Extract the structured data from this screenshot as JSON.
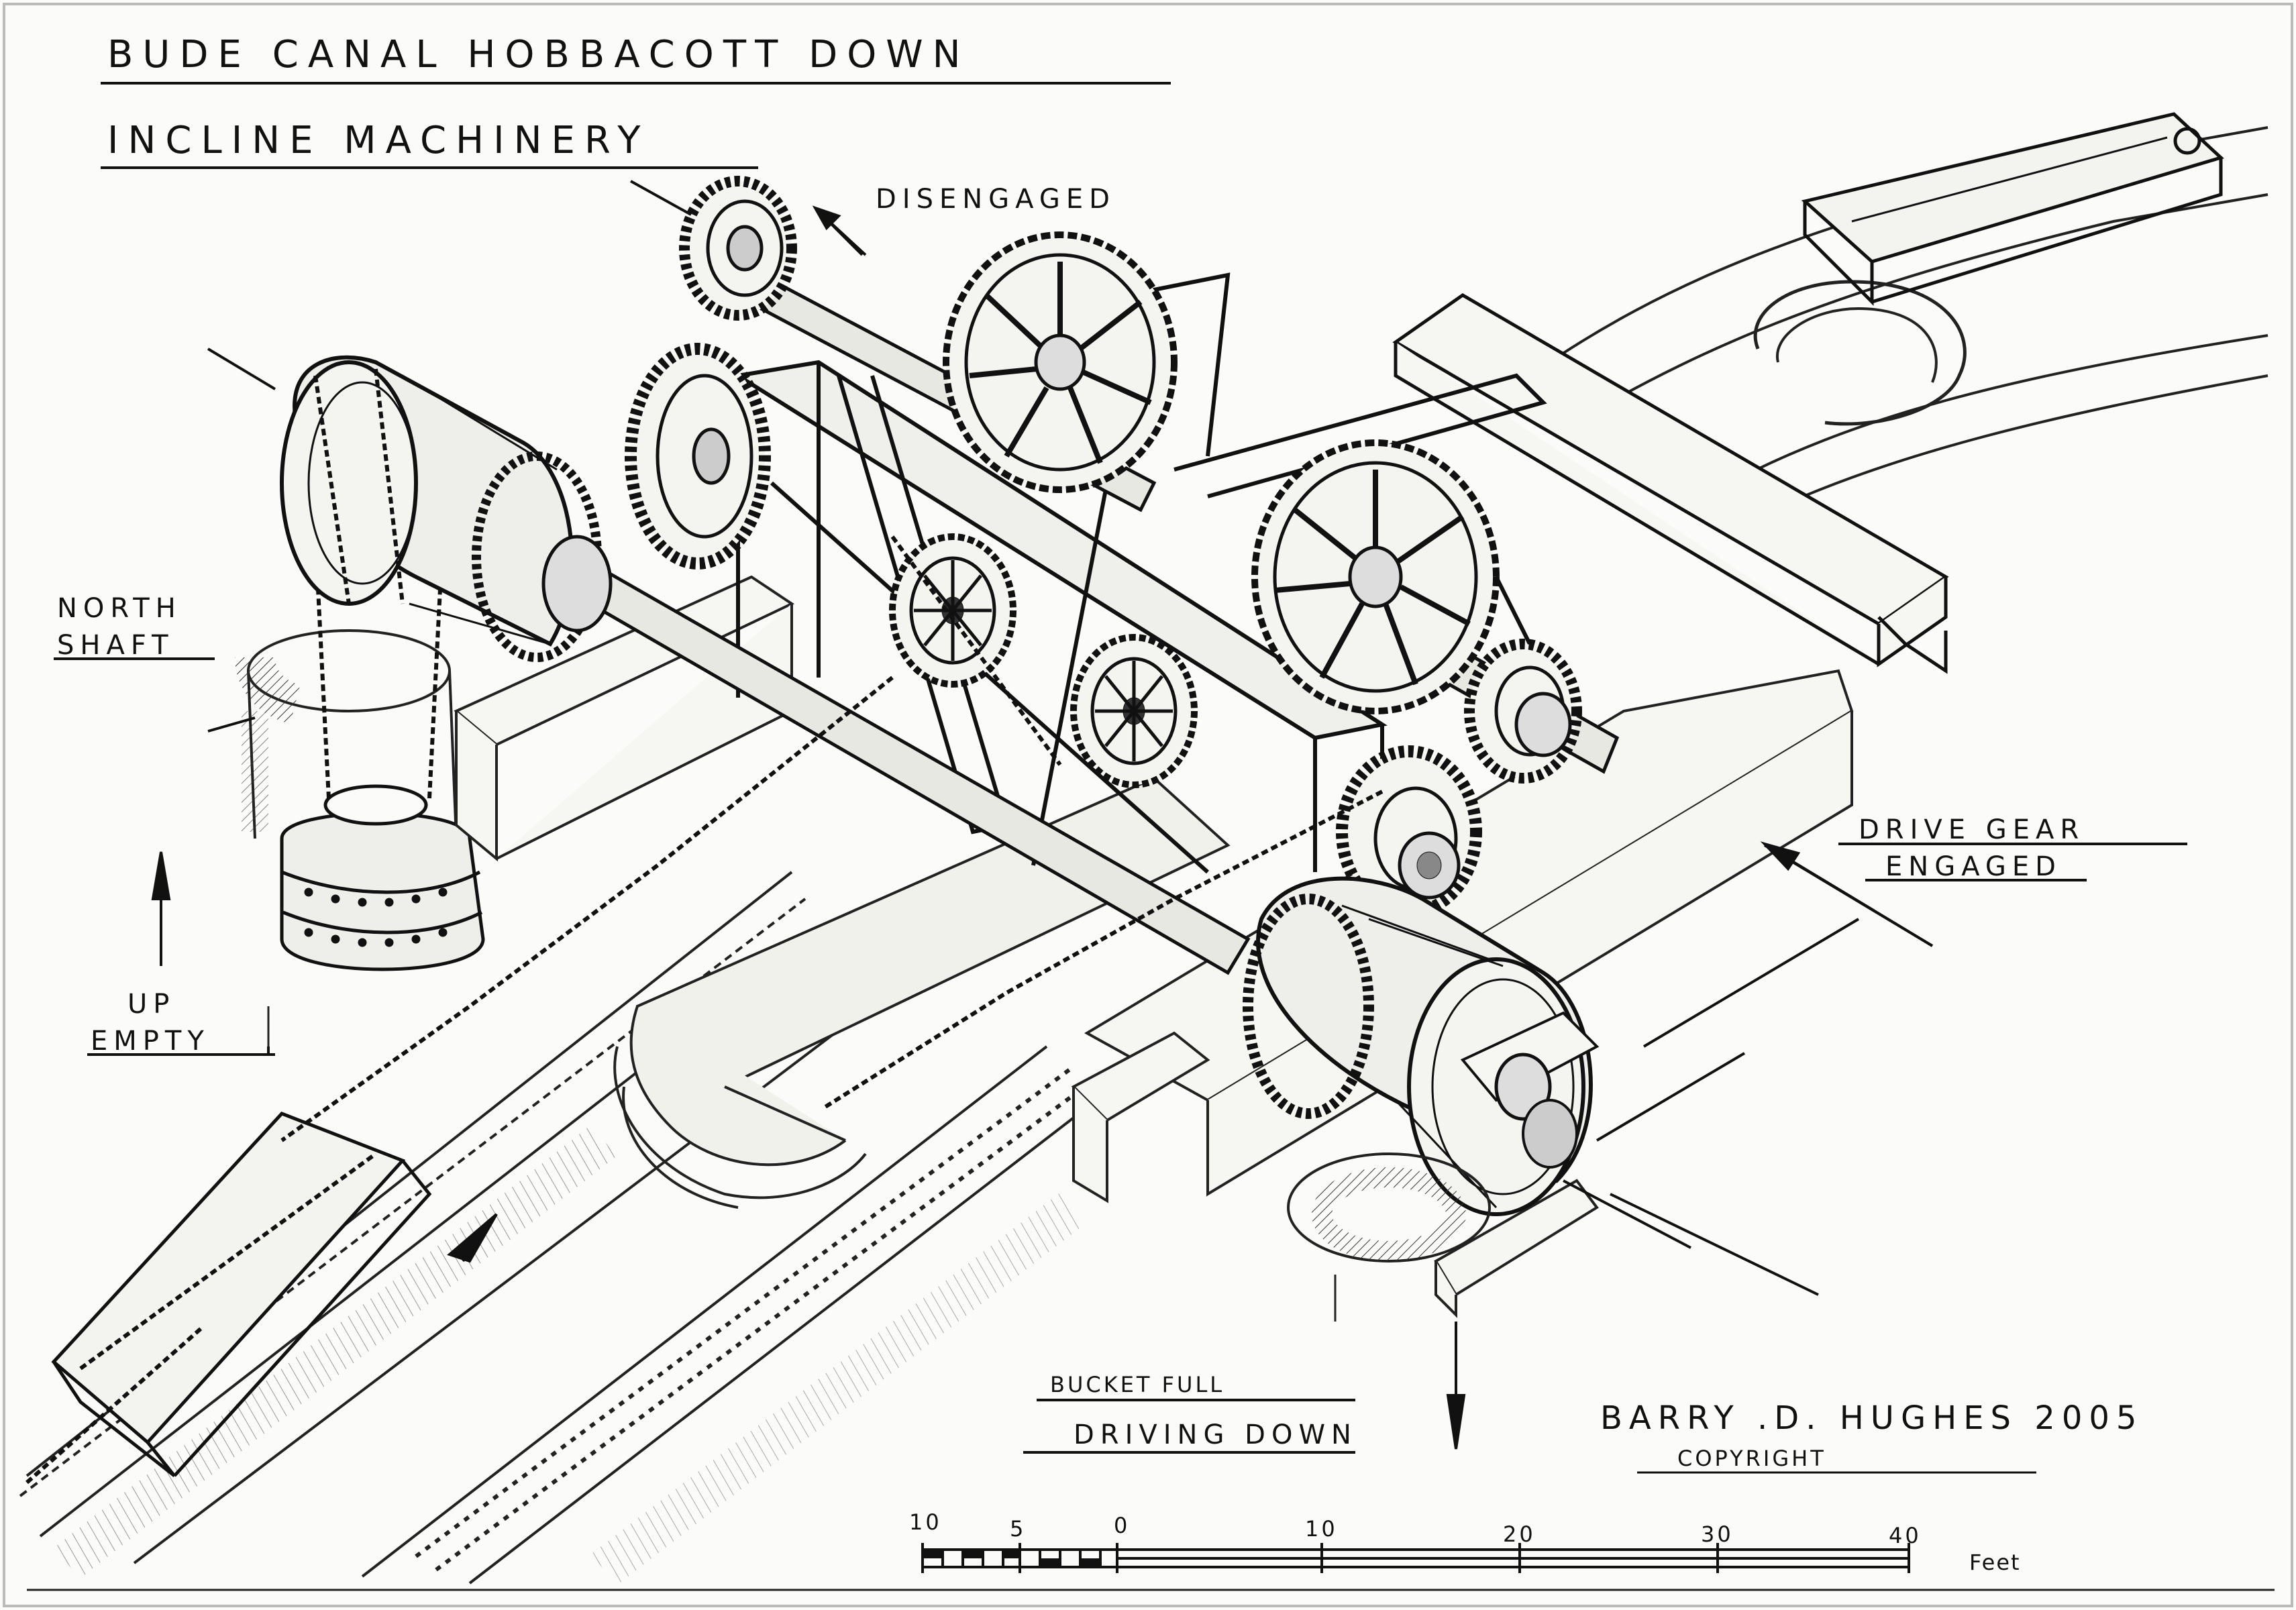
{
  "title": {
    "line1": "BUDE CANAL  HOBBACOTT DOWN",
    "line2": "INCLINE  MACHINERY"
  },
  "labels": {
    "disengaged": "DISENGAGED",
    "north_shaft_1": "NORTH",
    "north_shaft_2": "SHAFT",
    "up_empty_1": "UP",
    "up_empty_2": "EMPTY",
    "drive_gear_1": "DRIVE GEAR",
    "drive_gear_2": "ENGAGED",
    "bucket_full": "BUCKET FULL",
    "driving_down": "DRIVING DOWN"
  },
  "credit": {
    "author": "BARRY .D. HUGHES  2005",
    "copyright": "COPYRIGHT"
  },
  "scale_bar": {
    "ticks": [
      "10",
      "5",
      "0",
      "10",
      "20",
      "30",
      "40"
    ],
    "unit": "Feet"
  }
}
